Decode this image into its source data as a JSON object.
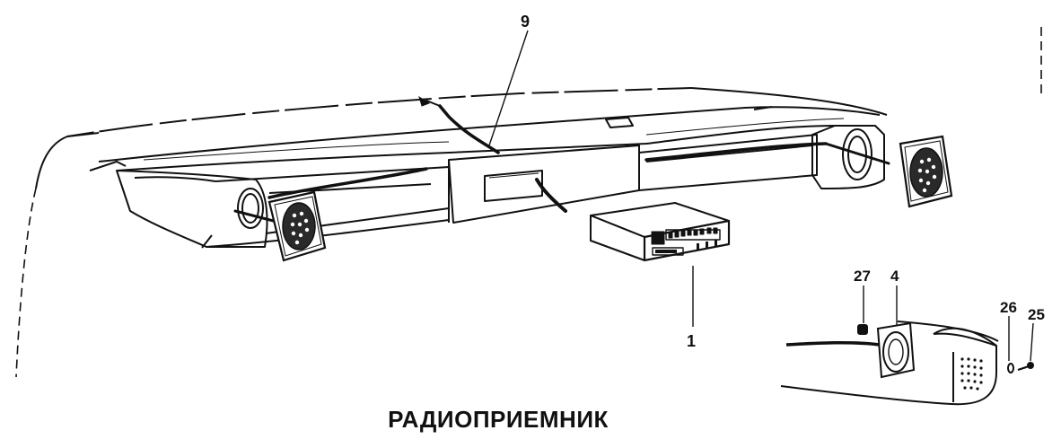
{
  "caption": "РАДИОПРИЕМНИК",
  "callouts": {
    "c9": "9",
    "c1": "1",
    "c27": "27",
    "c4": "4",
    "c26": "26",
    "c25": "25"
  },
  "colors": {
    "ink": "#111111",
    "paper": "#ffffff"
  }
}
